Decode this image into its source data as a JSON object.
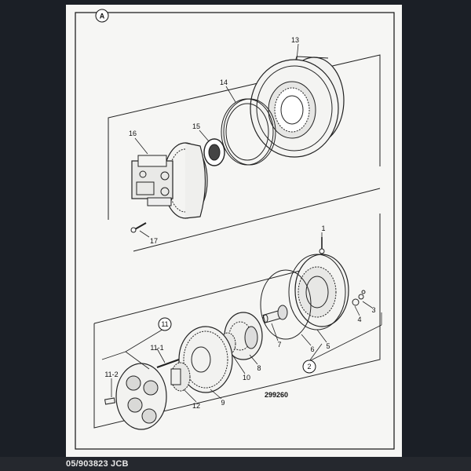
{
  "diagram": {
    "panel_label": "A",
    "drawing_number": "299260",
    "callouts": {
      "c1": "1",
      "c2": "2",
      "c3": "3",
      "c4": "4",
      "c5": "5",
      "c6": "6",
      "c7": "7",
      "c8": "8",
      "c9": "9",
      "c10": "10",
      "c11": "11",
      "c11_1": "11-1",
      "c11_2": "11-2",
      "c12": "12",
      "c13": "13",
      "c14": "14",
      "c15": "15",
      "c16": "16",
      "c17": "17"
    }
  },
  "footer": {
    "caption": "05/903823 JCB"
  },
  "colors": {
    "background": "#1b1f26",
    "sheet": "#f6f6f4",
    "ink": "#222222"
  }
}
